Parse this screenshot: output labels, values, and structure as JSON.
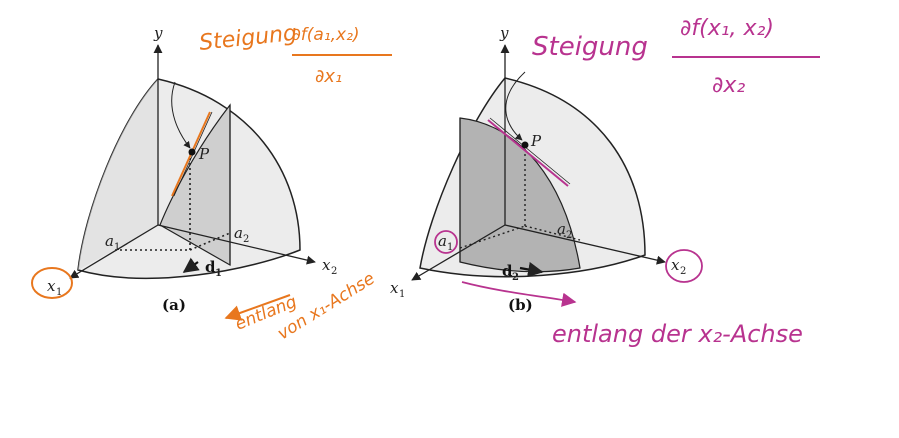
{
  "panel_a": {
    "axis_y": "y",
    "axis_x1": "x",
    "axis_x1_sub": "1",
    "axis_x2": "x",
    "axis_x2_sub": "2",
    "point": "P",
    "a1": "a",
    "a1_sub": "1",
    "a2": "a",
    "a2_sub": "2",
    "d": "d",
    "d_sub": "1",
    "caption": "(a)"
  },
  "panel_b": {
    "axis_y": "y",
    "axis_x1": "x",
    "axis_x1_sub": "1",
    "axis_x2": "x",
    "axis_x2_sub": "2",
    "point": "P",
    "a1": "a",
    "a1_sub": "1",
    "a2": "a",
    "a2_sub": "2",
    "d": "d",
    "d_sub": "2",
    "caption": "(b)"
  },
  "annotations": {
    "orange_title": "Steigung",
    "orange_fraction_num": "∂f(a₁,x₂)",
    "orange_fraction_den": "∂x₁",
    "orange_along_1": "entlang",
    "orange_along_2": "von x₁-Achse",
    "purple_title": "Steigung",
    "purple_fraction_num": "∂f(x₁, x₂)",
    "purple_fraction_den": "∂x₂",
    "purple_along": "entlang der x₂-Achse"
  },
  "colors": {
    "annotation_a": "#e8771e",
    "annotation_b": "#b8338f",
    "surface": "#e6e6e6",
    "slice_a": "#c9c9c9",
    "slice_b": "#a9a9a9"
  }
}
